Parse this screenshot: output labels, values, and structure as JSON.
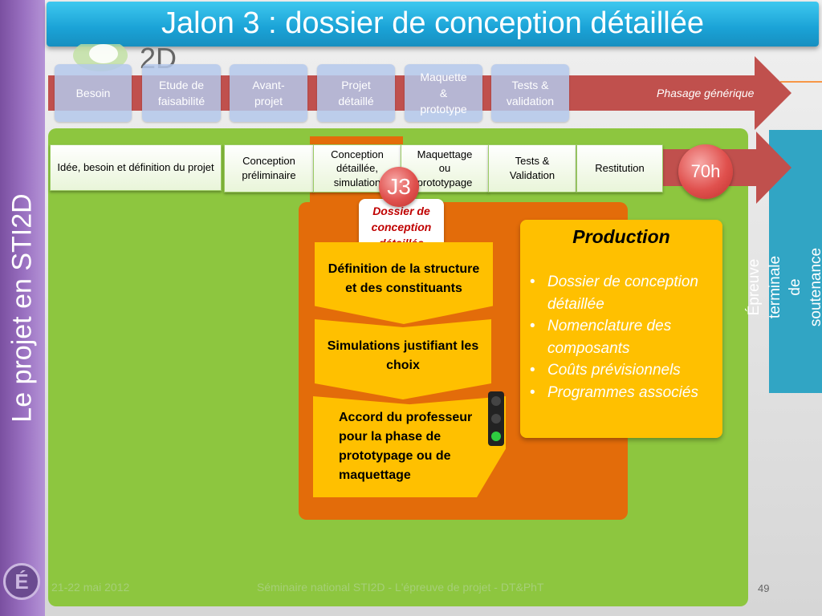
{
  "slide": {
    "title": "Jalon 3 : dossier de conception détaillée",
    "vertical_title": "Le projet en STI2D",
    "logo_glyph": "É",
    "logo_2d_text": "2D"
  },
  "generic_phases": {
    "items": [
      {
        "label": "Besoin"
      },
      {
        "label": "Etude de\nfaisabilité"
      },
      {
        "label": "Avant-\nprojet"
      },
      {
        "label": "Projet\ndétaillé"
      },
      {
        "label": "Maquette\n&\nprototype"
      },
      {
        "label": "Tests &\nvalidation"
      }
    ],
    "caption": "Phasage générique"
  },
  "project_steps": {
    "items": [
      {
        "label": "Idée, besoin et définition du projet"
      },
      {
        "label": "Conception\npréliminaire"
      },
      {
        "label": "Conception\ndétaillée,\nsimulation"
      },
      {
        "label": "Maquettage\nou\nprototypage"
      },
      {
        "label": "Tests &\nValidation"
      },
      {
        "label": "Restitution"
      }
    ],
    "duration_badge": "70h"
  },
  "milestone": {
    "badge": "J3",
    "dossier_label": "Dossier de\nconception\ndétaillée"
  },
  "workflow": {
    "steps": [
      {
        "label": "Définition de la structure\net des constituants"
      },
      {
        "label": "Simulations justifiant les\nchoix"
      },
      {
        "label": "Accord du professeur\npour la phase de\nprototypage ou de\nmaquettage"
      }
    ],
    "traffic_light_state": "green"
  },
  "production": {
    "title": "Production",
    "items": [
      "Dossier de conception détaillée",
      "Nomenclature des composants",
      "Coûts prévisionnels",
      "Programmes associés"
    ]
  },
  "side_label": "Épreuve terminale de\nsoutenance  individuelle",
  "footer": {
    "date": "21-22 mai 2012",
    "seminar": "Séminaire national STI2D - L'épreuve de projet - DT&PhT",
    "page": "49"
  },
  "colors": {
    "title_bar": "#1aa2d6",
    "left_band": "#9b72c2",
    "arrow": "#c0504d",
    "green_area": "#8dc63f",
    "orange_panel": "#e36c0a",
    "yellow": "#ffc000",
    "side_box": "#31a5c4"
  }
}
